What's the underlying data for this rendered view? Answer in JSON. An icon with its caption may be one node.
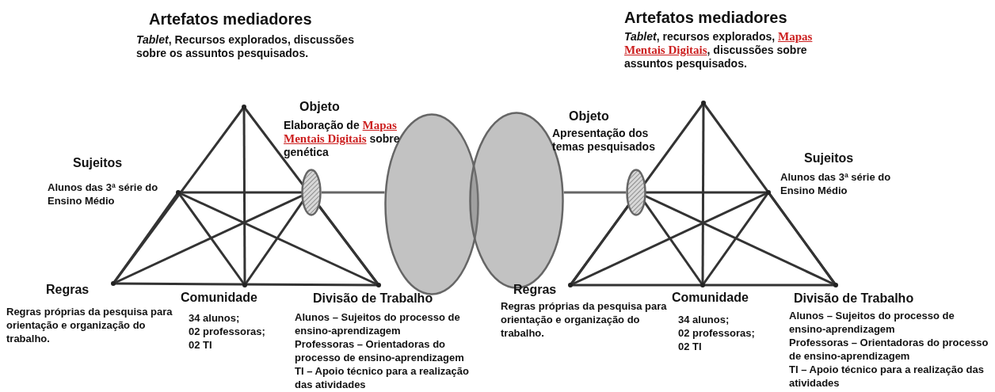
{
  "diagram": {
    "nodes": [
      {
        "text": [],
        "shape": "ellipse"
      },
      {
        "text": [],
        "shape": "ellipse"
      },
      {
        "text": [],
        "shape": "ellipse"
      },
      {
        "text": [],
        "shape": "ellipse"
      }
    ],
    "edges": [
      {
        "from": 0,
        "to": 1,
        "arrow": "none"
      },
      {
        "from": 2,
        "to": 3,
        "arrow": "none"
      }
    ],
    "labels": [
      "Artefatos mediadores",
      "*Tablet*, Recursos explorados, discussões sobre os assuntos pesquisados.",
      "Artefatos mediadores",
      "*Tablet*, recursos explorados, **Mapas Mentais Digitais**, discussões sobre  assuntos pesquisados.",
      "Objeto",
      "Elaboração de **Mapas Mentais Digitais** sobre genética",
      "Objeto",
      "Apresentação dos temas pesquisados",
      "Sujeitos",
      "Alunos das 3ª série do Ensino Médio",
      "Sujeitos",
      "Alunos das 3ª série do Ensino Médio",
      "Regras",
      "Regras próprias da pesquisa para orientação e organização do trabalho.",
      "Comunidade",
      "34 alunos;",
      "02 professoras;",
      "02 TI",
      "Divisão de Trabalho",
      "Alunos – Sujeitos do processo de ensino-aprendizagem",
      "Professoras – Orientadoras do processo de ensino-aprendizagem",
      "TI – Apoio técnico para a realização das atividades",
      "Regras",
      "Regras próprias da pesquisa para orientação e organização do trabalho.",
      "Comunidade",
      "34 alunos;",
      "02 professoras;",
      "02 TI",
      "Divisão de Trabalho",
      "Alunos – Sujeitos do processo de ensino-aprendizagem",
      "Professoras – Orientadoras do processo de ensino-aprendizagem",
      "TI – Apoio técnico para a realização das atividades"
    ]
  }
}
